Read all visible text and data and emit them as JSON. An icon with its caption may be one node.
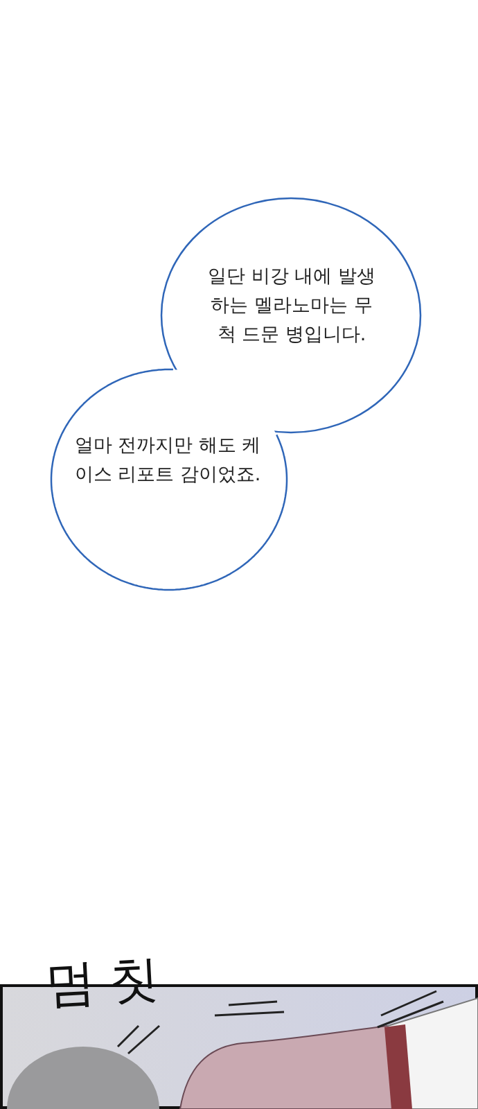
{
  "diagram": {
    "nodes": [
      {
        "text": [
          "일단 비강 내에 발생하는 멜라노마는 무척 드문 병입니다."
        ]
      },
      {
        "text": [
          "얼마 전까지만 해도 케이스 리포트 감이었죠."
        ]
      }
    ],
    "labels": [
      "멈칫"
    ]
  }
}
